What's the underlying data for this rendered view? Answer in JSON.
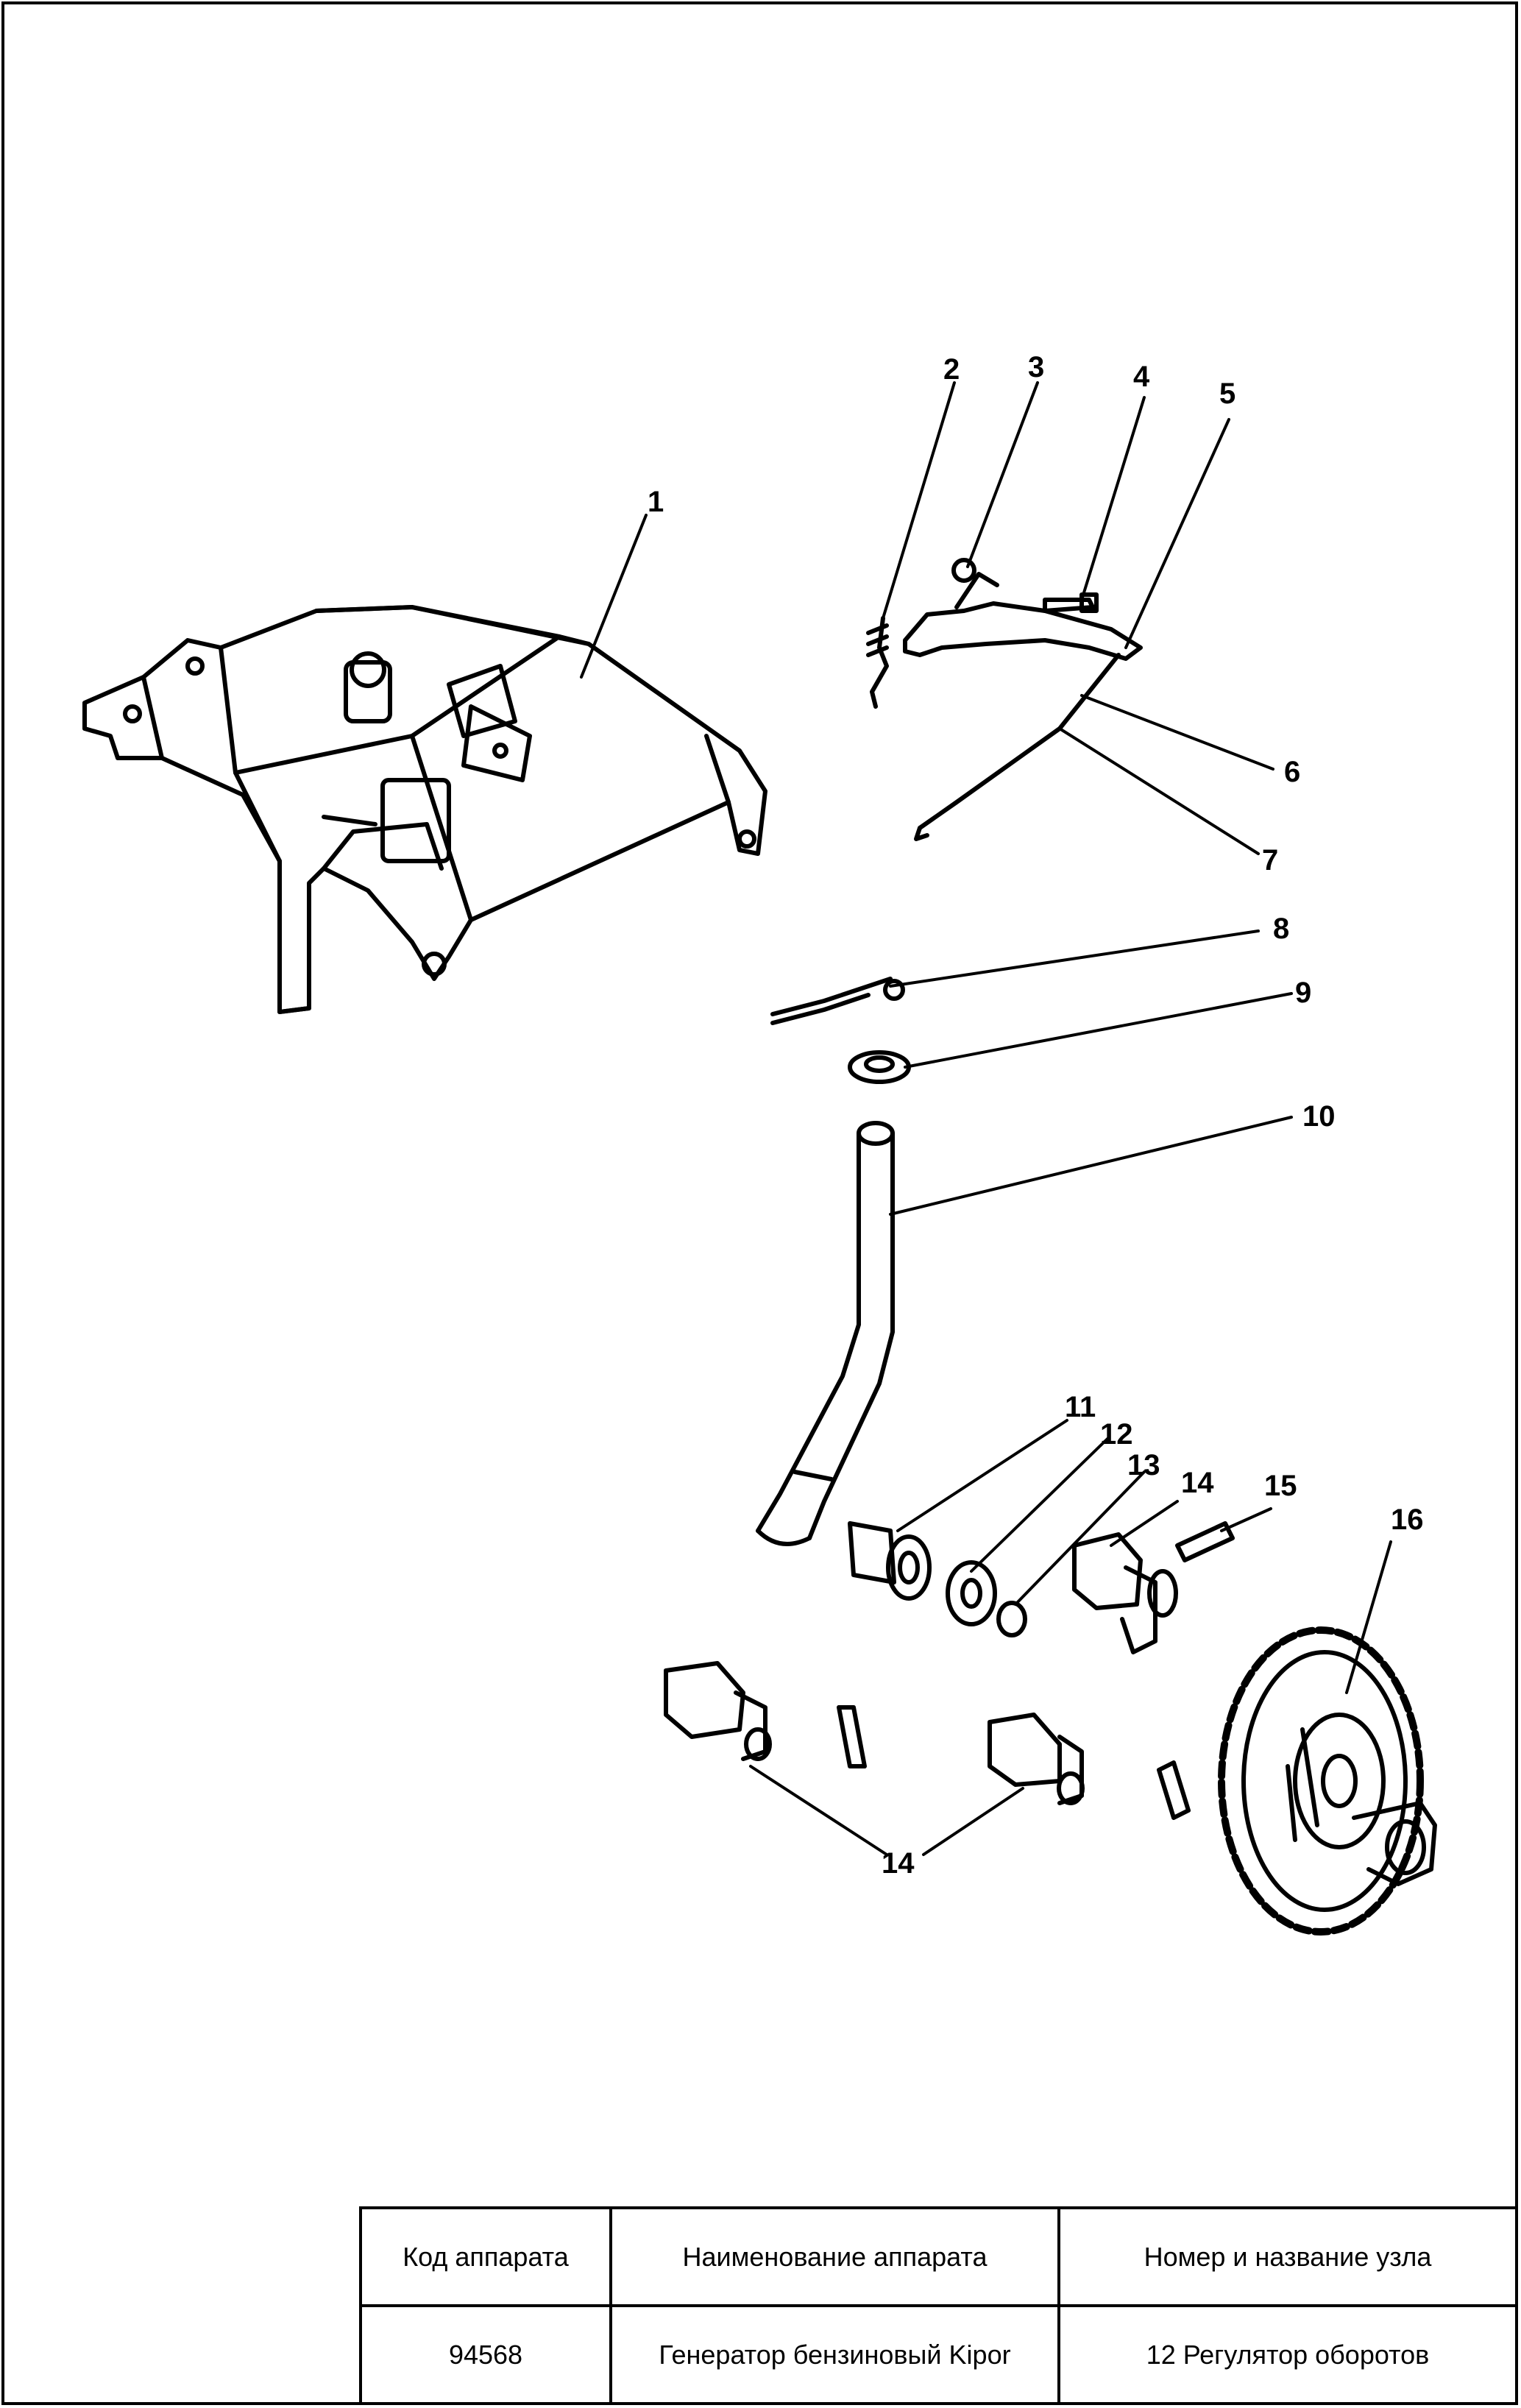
{
  "callouts": [
    "1",
    "2",
    "3",
    "4",
    "5",
    "6",
    "7",
    "8",
    "9",
    "10",
    "11",
    "12",
    "13",
    "14",
    "15",
    "16",
    "14"
  ],
  "table": {
    "headers": [
      "Код аппарата",
      "Наименование аппарата",
      "Номер и название узла"
    ],
    "row": [
      "94568",
      "Генератор бензиновый Kipor",
      "12 Регулятор оборотов"
    ]
  },
  "colors": {
    "line": "#000000",
    "background": "#ffffff"
  }
}
